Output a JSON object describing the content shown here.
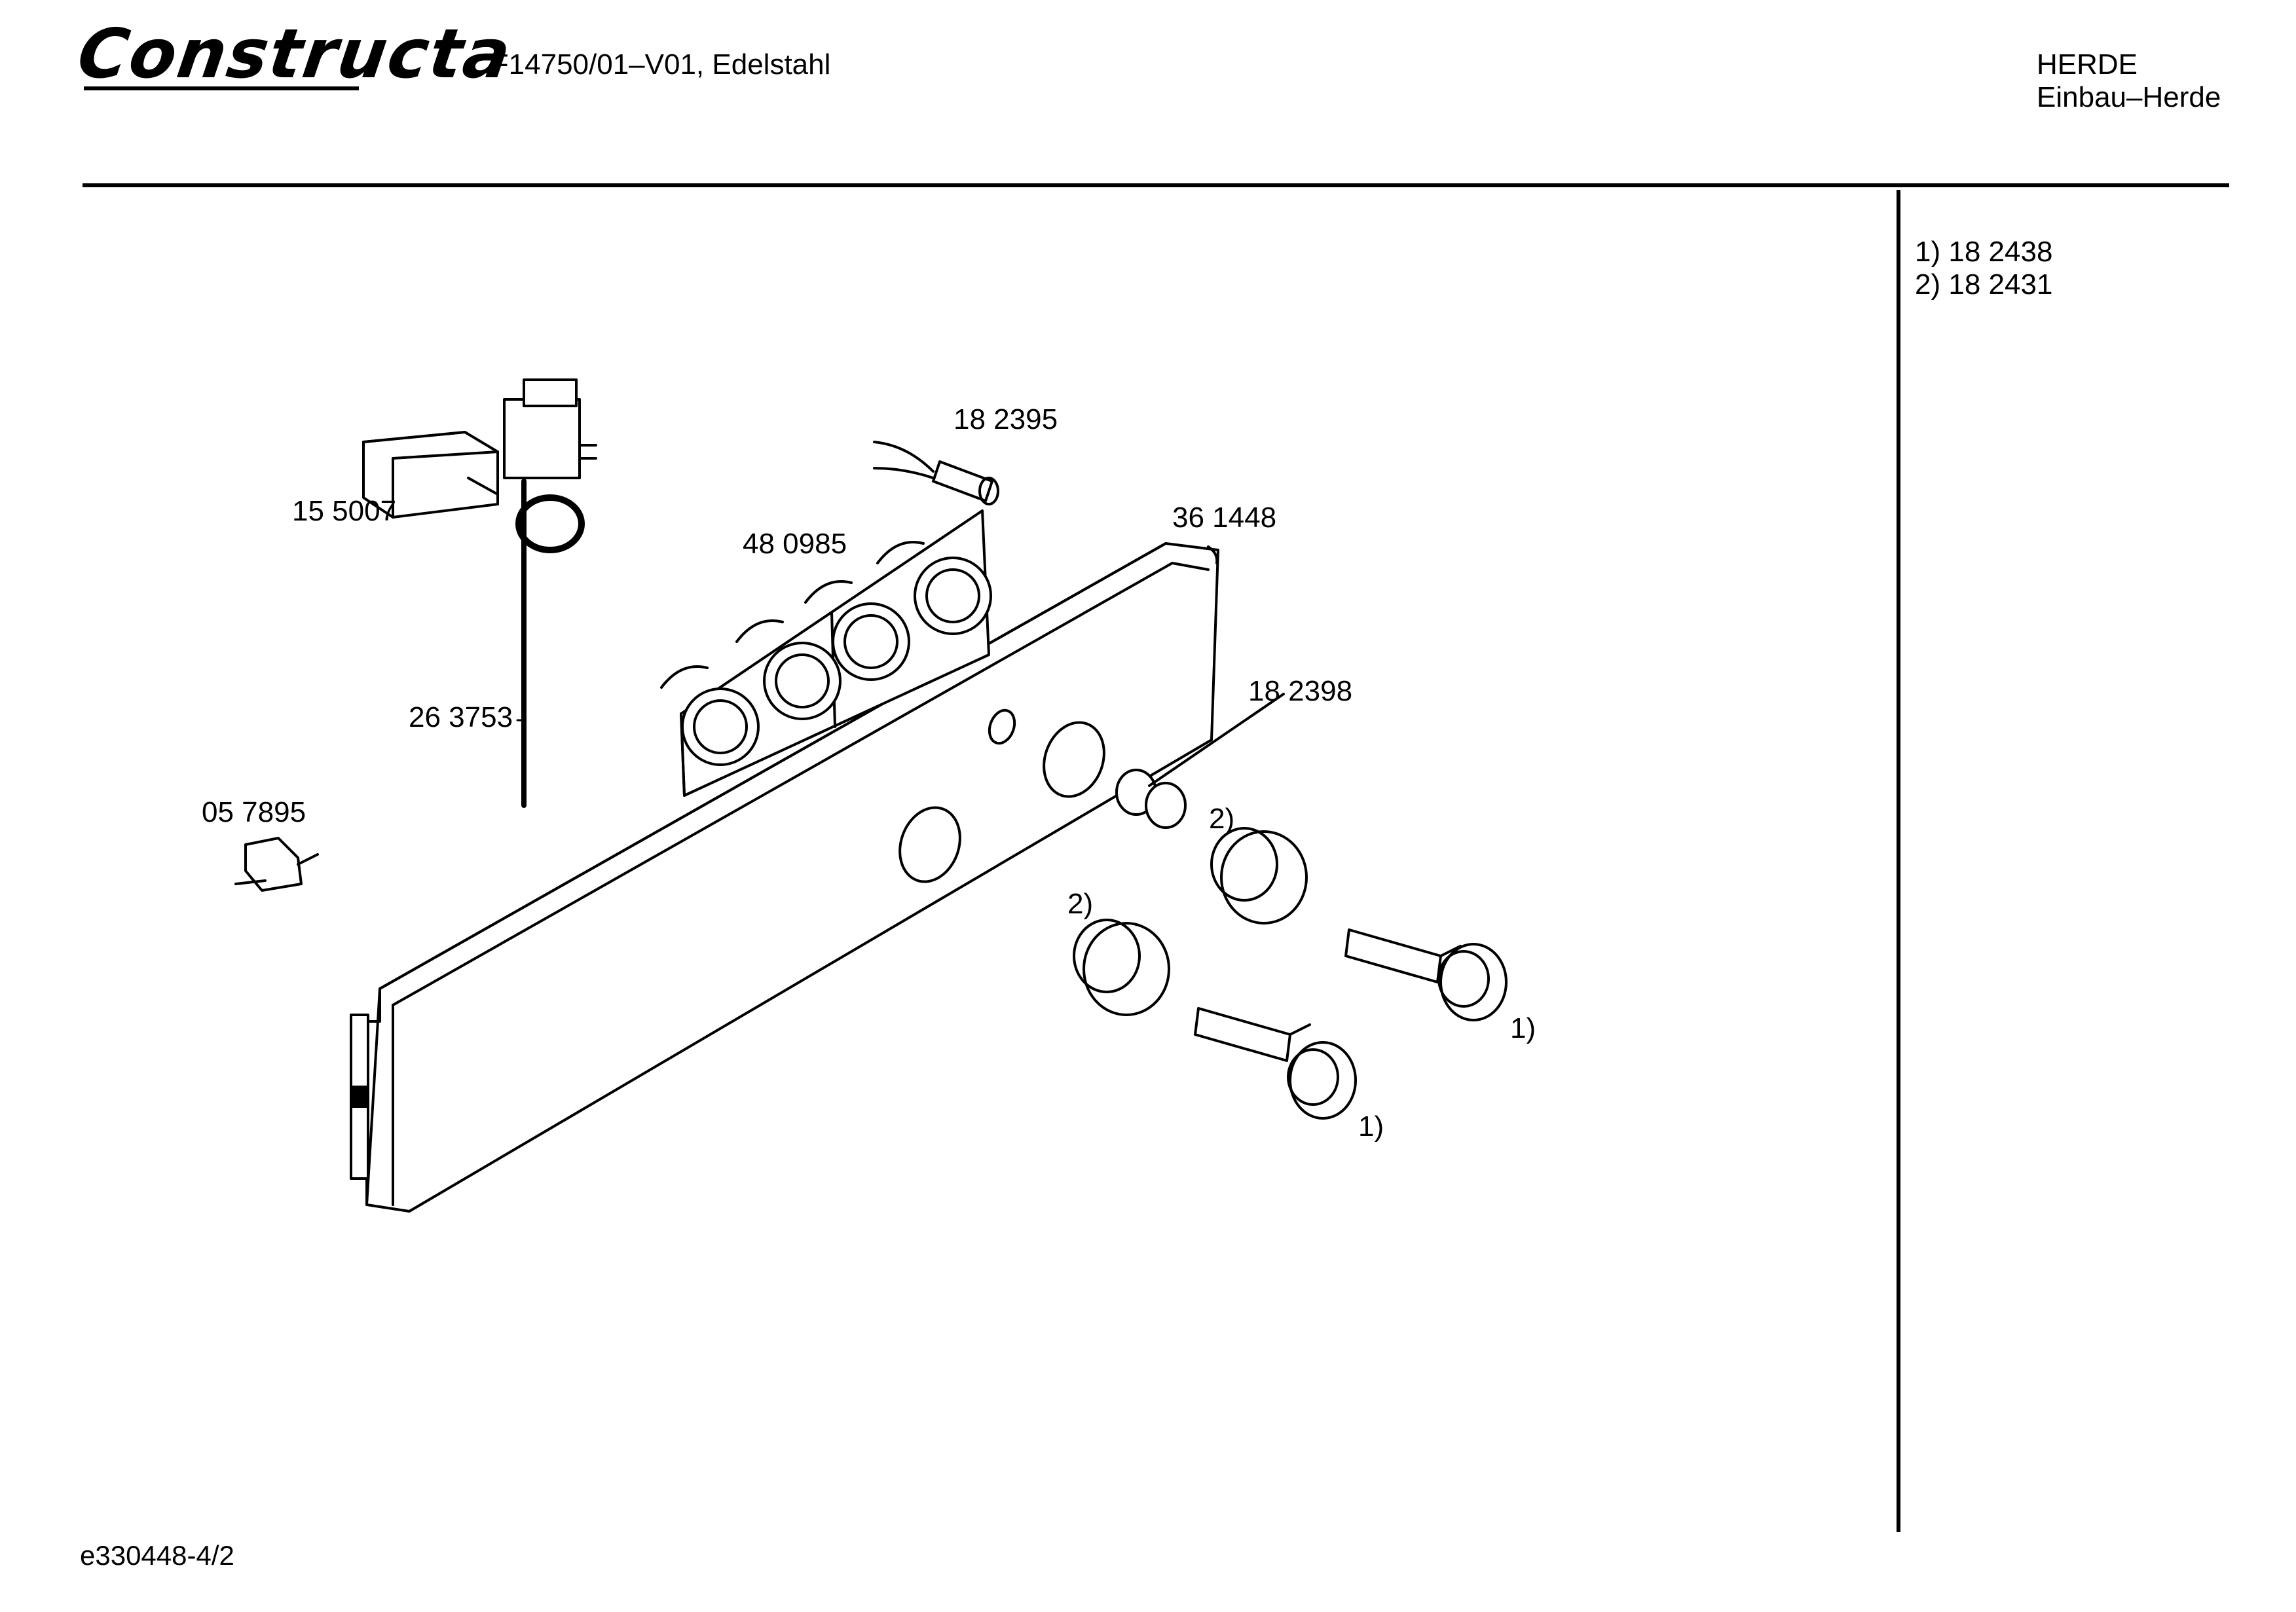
{
  "header": {
    "brand": "Constructa",
    "model": "CF14750/01–V01, Edelstahl",
    "category": "HERDE",
    "subcategory": "Einbau–Herde"
  },
  "notes": [
    {
      "key": "1)",
      "part": "18 2438"
    },
    {
      "key": "2)",
      "part": "18 2431"
    }
  ],
  "parts": {
    "switch": "15 5007",
    "thermostat_capillary": "26 3753",
    "lamp": "18 2395",
    "knob_holder": "48 0985",
    "panel": "36 1448",
    "indicator": "18 2398",
    "bracket": "05 7895"
  },
  "callouts": {
    "knob_a": "1)",
    "knob_b": "1)",
    "ring_a": "2)",
    "ring_b": "2)"
  },
  "footer": {
    "code": "e330448-4/2"
  }
}
